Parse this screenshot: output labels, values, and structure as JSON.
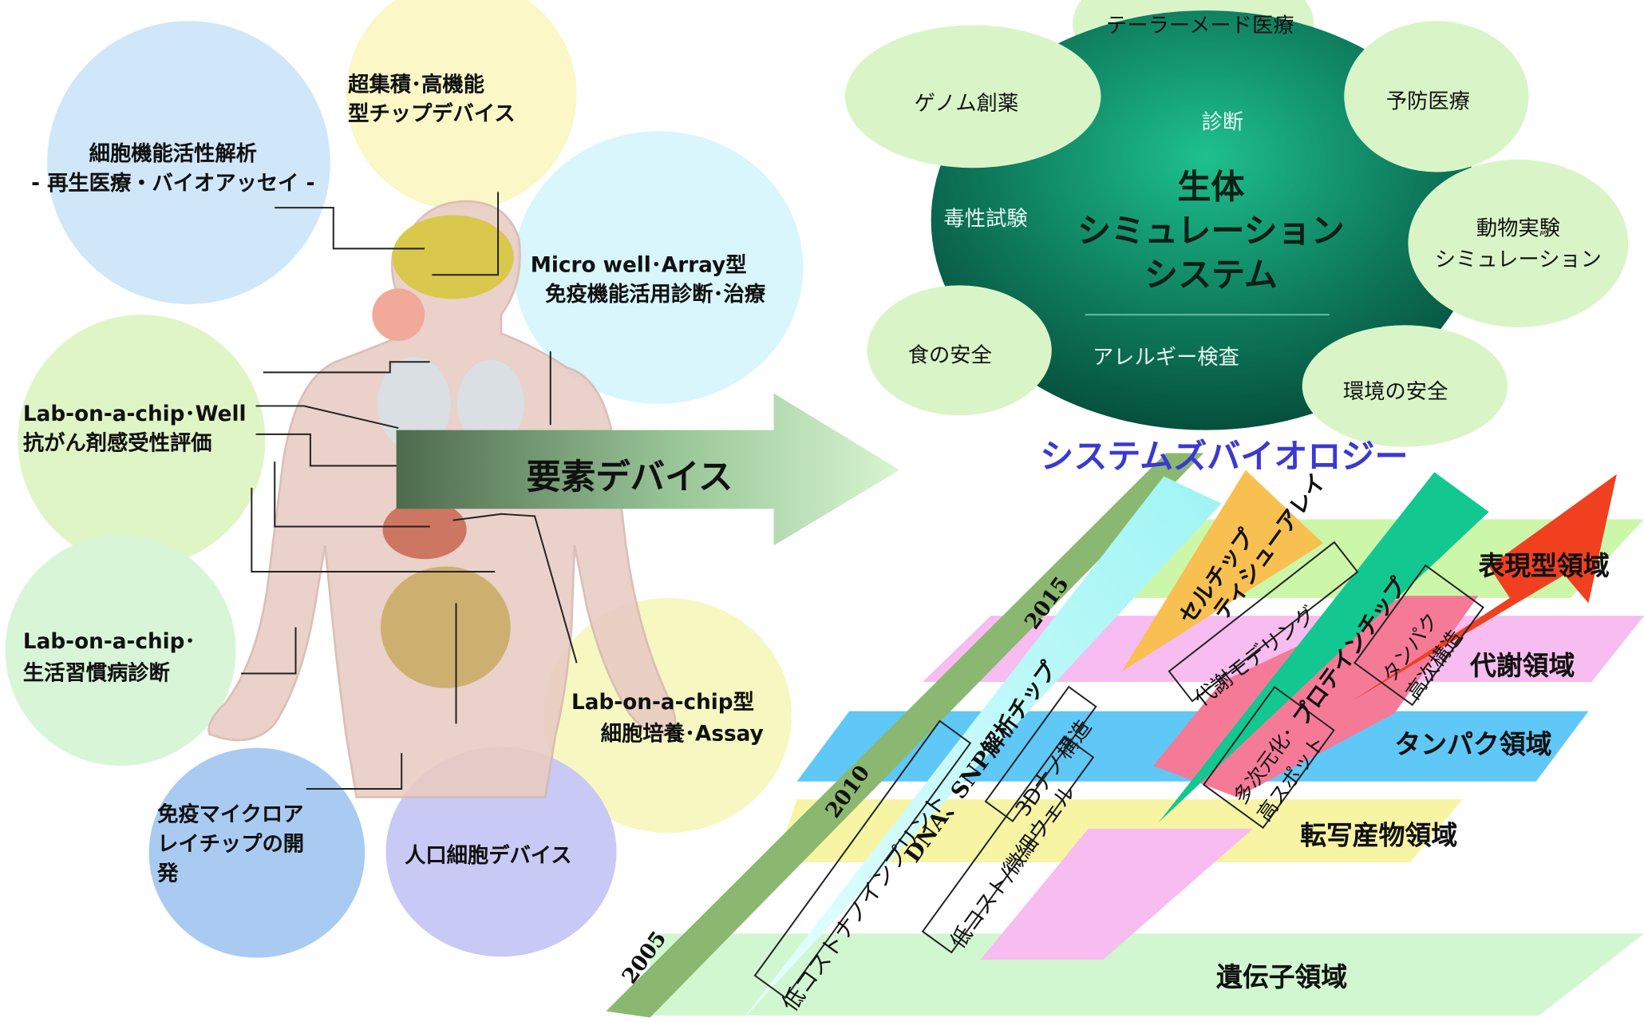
{
  "left": {
    "circle_cell": [
      "細胞機能活性解析",
      "- 再生医療・バイオアッセイ -"
    ],
    "circle_chip": [
      "超集積･高機能",
      "型チップデバイス"
    ],
    "circle_micro": [
      "Micro well･Array型",
      "免疫機能活用診断･治療"
    ],
    "circle_well": [
      "Lab-on-a-chip･Well",
      "抗がん剤感受性評価"
    ],
    "circle_life": [
      "Lab-on-a-chip･",
      "生活習慣病診断"
    ],
    "circle_culture": [
      "Lab-on-a-chip型",
      "細胞培養･Assay"
    ],
    "circle_immune": [
      "免疫マイクロア",
      "レイチップの開",
      "発"
    ],
    "circle_artificial": "人口細胞デバイス",
    "arrow_label": "要素デバイス"
  },
  "hub": {
    "center": [
      "生体",
      "シミュレーション",
      "システム"
    ],
    "inner": {
      "diagnosis": "診断",
      "toxicity": "毒性試験",
      "allergy": "アレルギー検査"
    },
    "satellites": {
      "tailor": "テーラーメード医療",
      "genome": "ゲノム創薬",
      "prevent": "予防医療",
      "animal": [
        "動物実験",
        "シミュレーション"
      ],
      "food": "食の安全",
      "env": "環境の安全"
    },
    "title": "システムズバイオロジー"
  },
  "roadmap": {
    "years": [
      "2005",
      "2010",
      "2015"
    ],
    "domains": {
      "phenotype": "表現型領域",
      "metabolism": "代謝領域",
      "protein": "タンパク領域",
      "transcript": "転写産物領域",
      "gene": "遺伝子領域"
    },
    "chips": {
      "dna": "DNA、SNP解析チップ",
      "cell": [
        "セルチップ",
        "ティシューアレイ"
      ],
      "protein": "プロテインチップ"
    },
    "boxes": {
      "nanoimprint": "低コストナノインプリント",
      "nano3d": "3Dナノ構造",
      "microwell": "低コスト/微細ウェル",
      "metabolic_model": "代謝モデリング",
      "multidim": [
        "多次元化･",
        "高スポット"
      ],
      "protein_struct": [
        "タンパク",
        "高次構造"
      ]
    }
  },
  "colors": {
    "hub_center": "#0e7a5c",
    "satellite": "#d9f5c8",
    "title_blue": "#3a3ad0",
    "arrow_dark": "#5a7a5a",
    "arrow_light": "#c8efc0",
    "green_bar": "#8bb870",
    "phenotype": "#c8f5a8",
    "metabolism": "#f5b8f0",
    "protein_band": "#60c8f5",
    "transcript": "#f5f5a0",
    "gene": "#c8f5c8"
  }
}
